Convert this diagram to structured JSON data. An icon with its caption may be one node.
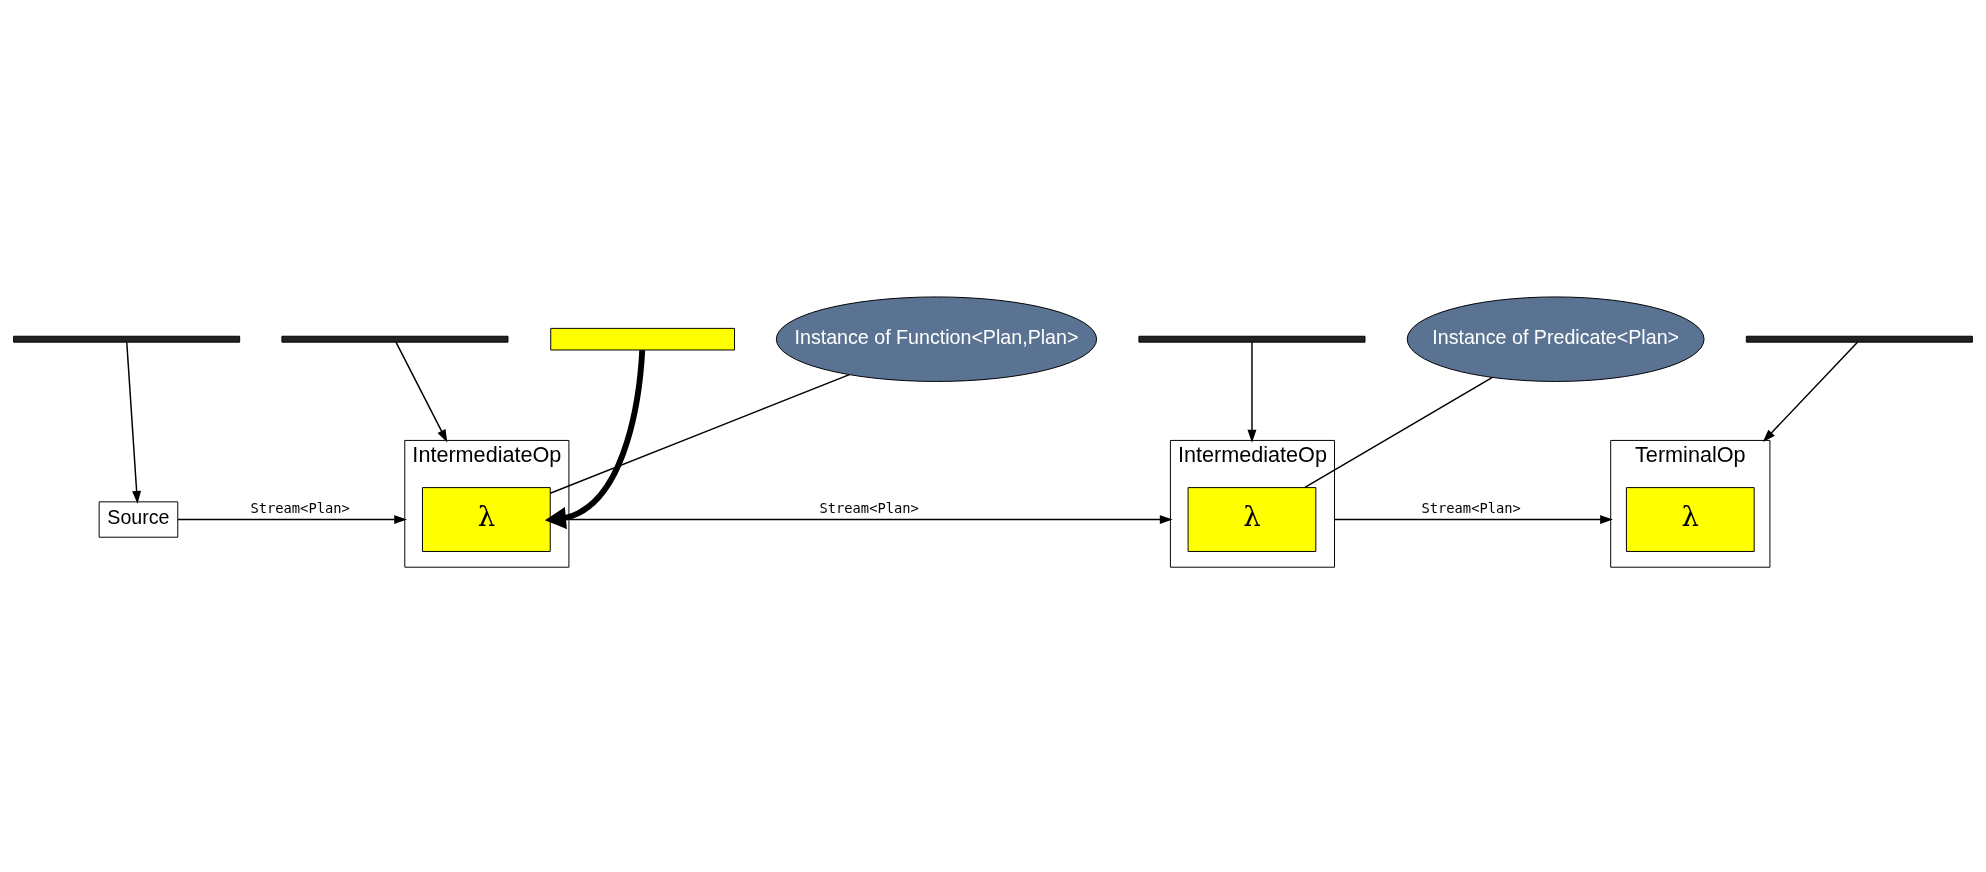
{
  "diagram": {
    "nodes": [
      {
        "text": [],
        "shape": "bar"
      },
      {
        "text": [],
        "shape": "bar"
      },
      {
        "text": [],
        "shape": "box"
      },
      {
        "text": [],
        "shape": "bar"
      },
      {
        "text": [],
        "shape": "bar"
      },
      {
        "text": [
          "Source"
        ]
      },
      {
        "text": [
          "IntermediateOp"
        ]
      },
      {
        "text": [
          "λ"
        ],
        "in": 6
      },
      {
        "text": [
          "IntermediateOp"
        ]
      },
      {
        "text": [
          "λ"
        ],
        "in": 8
      },
      {
        "text": [
          "TerminalOp"
        ]
      },
      {
        "text": [
          "λ"
        ],
        "in": 10
      },
      {
        "text": [
          "Instance of Function<Plan,Plan>"
        ]
      },
      {
        "text": [
          "Instance of Predicate<Plan>"
        ]
      }
    ],
    "edges": [
      {
        "from": 0,
        "to": 5,
        "arrow": "to"
      },
      {
        "from": 1,
        "to": 6,
        "arrow": "to"
      },
      {
        "from": 2,
        "to": 7,
        "arrow": "to",
        "style": "thick"
      },
      {
        "from": 3,
        "to": 8,
        "arrow": "to"
      },
      {
        "from": 4,
        "to": 10,
        "arrow": "to"
      },
      {
        "from": 5,
        "to": 6,
        "arrow": "to",
        "label": "Stream<Plan>"
      },
      {
        "from": 6,
        "to": 8,
        "arrow": "to",
        "label": "Stream<Plan>"
      },
      {
        "from": 8,
        "to": 10,
        "arrow": "to",
        "label": "Stream<Plan>"
      },
      {
        "from": 12,
        "to": 7,
        "arrow": "none"
      },
      {
        "from": 13,
        "to": 9,
        "arrow": "none"
      }
    ]
  }
}
